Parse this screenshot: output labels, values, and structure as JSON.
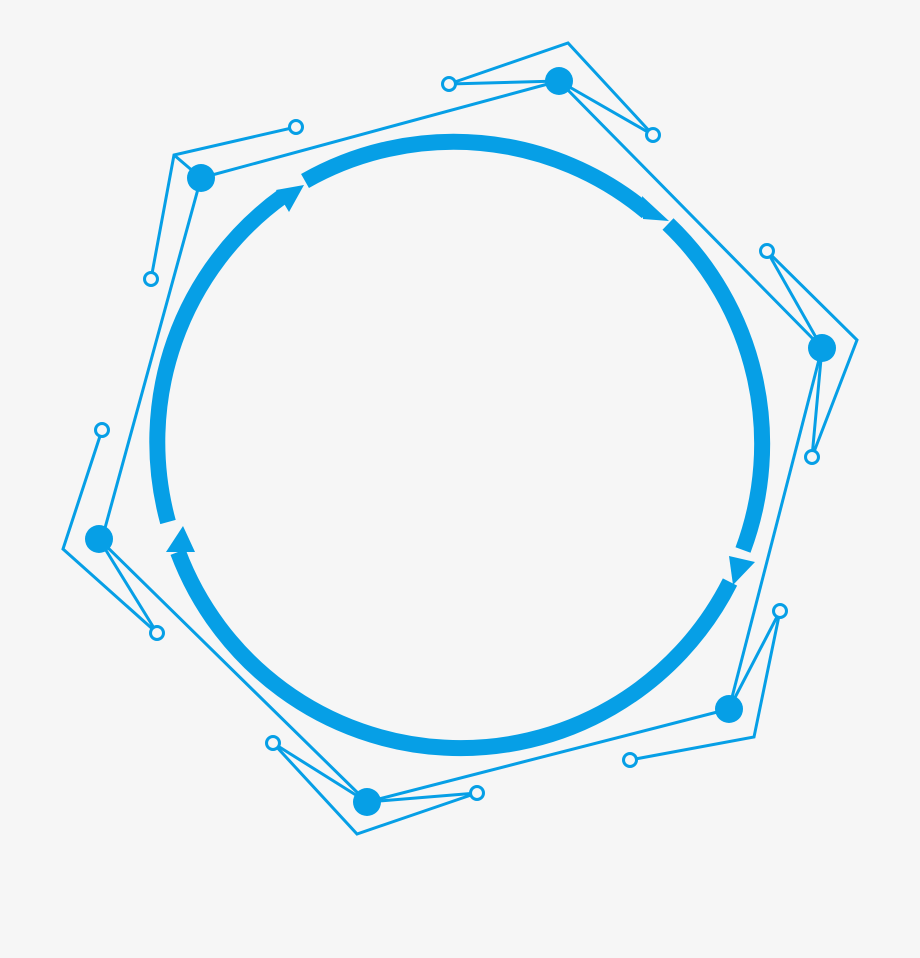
{
  "figure": {
    "kind": "cycle-diagram",
    "accent_color": "#069fe6",
    "background_color": "#f6f6f6",
    "ring": {
      "segments": 4,
      "direction": "clockwise",
      "arrow_icon": "triangle-arrow-icon"
    },
    "frame": {
      "shape": "hexagon",
      "node_icon": "filled-dot-icon",
      "terminal_icon": "hollow-ring-icon",
      "nodes": 6
    },
    "text_labels": []
  }
}
